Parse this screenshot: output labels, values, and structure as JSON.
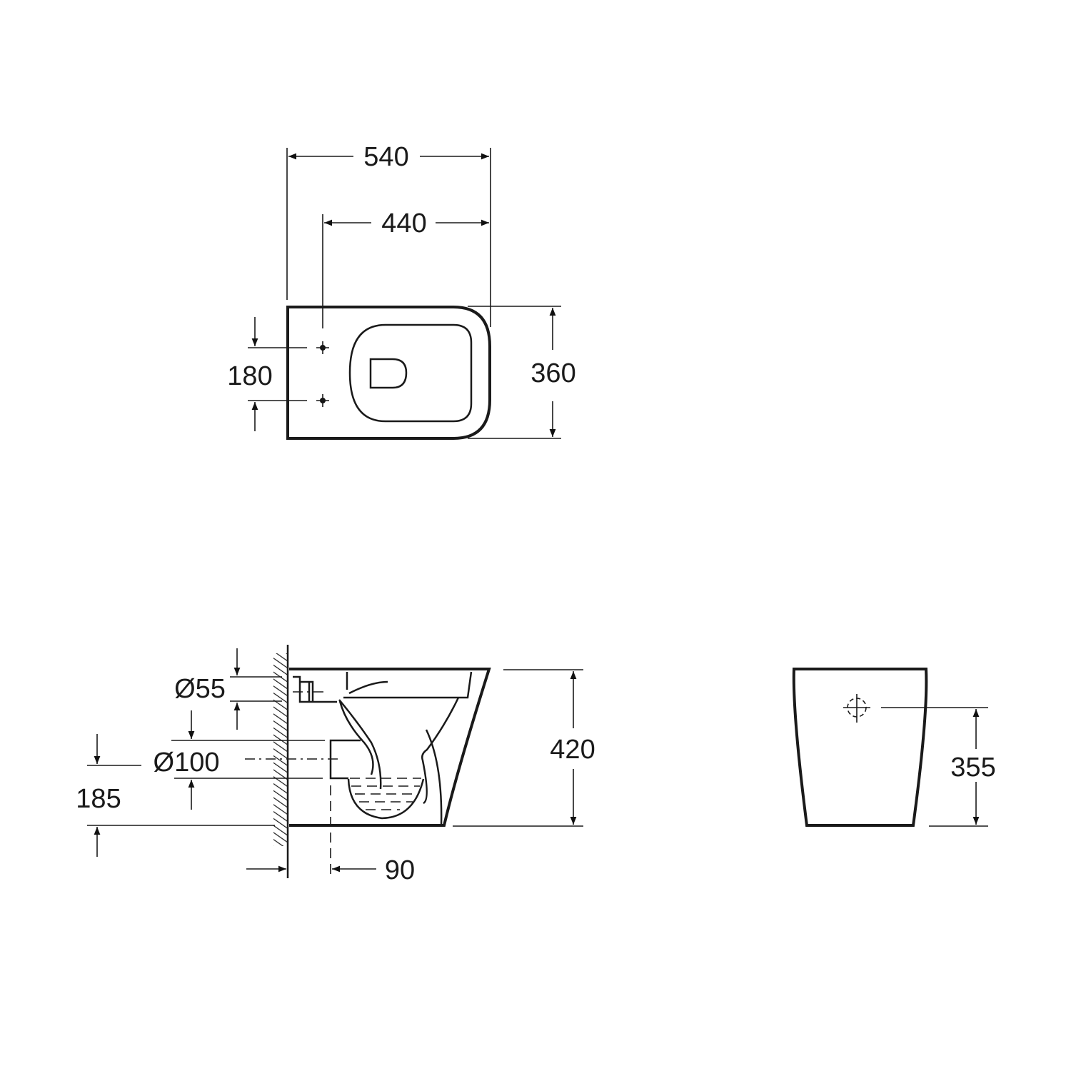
{
  "drawing": {
    "title": "Toilet dimension drawing",
    "units": "mm",
    "views": {
      "top": {
        "overall_length": "540",
        "fixing_to_front": "440",
        "fixing_hole_spacing": "180",
        "width": "360"
      },
      "side": {
        "inlet_diameter": "Ø55",
        "outlet_diameter": "Ø100",
        "outlet_height": "185",
        "height": "420",
        "outlet_from_wall": "90"
      },
      "back": {
        "inlet_height": "355"
      }
    }
  }
}
